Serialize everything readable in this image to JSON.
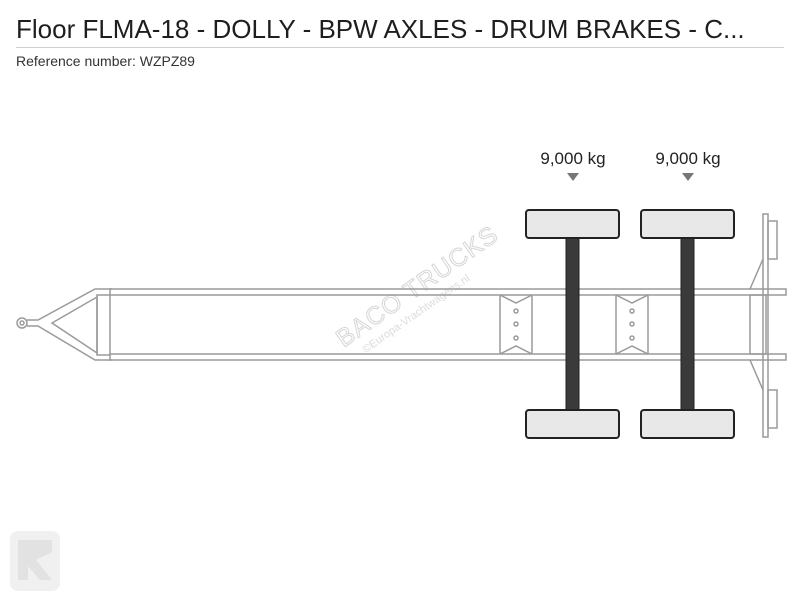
{
  "listing": {
    "title": "Floor FLMA-18 - DOLLY - BPW AXLES - DRUM BRAKES - C...",
    "reference_label": "Reference number:",
    "reference_value": "WZPZ89"
  },
  "axles": [
    {
      "load": "9,000 kg"
    },
    {
      "load": "9,000 kg"
    }
  ],
  "watermark": {
    "brand": "BACO TRUCKS",
    "site": "©Europa-Vrachtwagens.nl"
  },
  "colors": {
    "outline": "#9a9a9a",
    "wheel_fill": "#e8e8e8",
    "axle_fill": "#3a3a3a",
    "marker": "#777777",
    "watermark": "#d6d6d6"
  }
}
